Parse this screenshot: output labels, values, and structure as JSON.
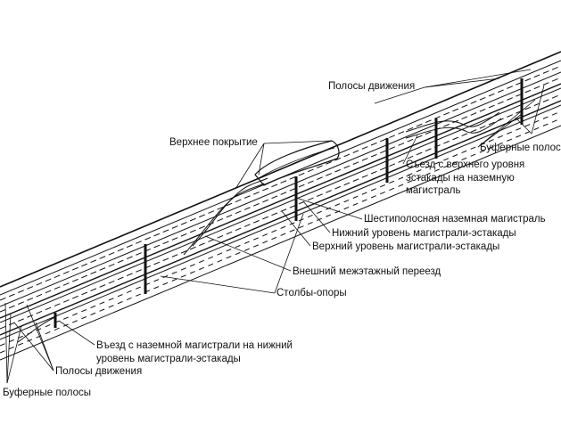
{
  "labels": {
    "lanes_top": "Полосы движения",
    "upper_cover": "Верхнее покрытие",
    "buffer_strips_right": "Буферные полосы",
    "exit_line_1": "Съезд с верхнего уровня",
    "exit_line_2": "эстакады на наземную",
    "exit_line_3": "магистраль",
    "six_lane": "Шестиполосная наземная магистраль",
    "lower_level": "Нижний уровень магистрали-эстакады",
    "upper_level": "Верхний уровень магистрали-эстакады",
    "interchange": "Внешний межэтажный переезд",
    "pillars": "Столбы-опоры",
    "entry_line_1": "Въезд с наземной магистрали на нижний",
    "entry_line_2": "уровень магистрали-эстакады",
    "lanes_bottom": "Полосы движения",
    "buffer_strips_bottom": "Буферные полосы"
  },
  "colors": {
    "line": "#111111",
    "background": "#ffffff"
  }
}
